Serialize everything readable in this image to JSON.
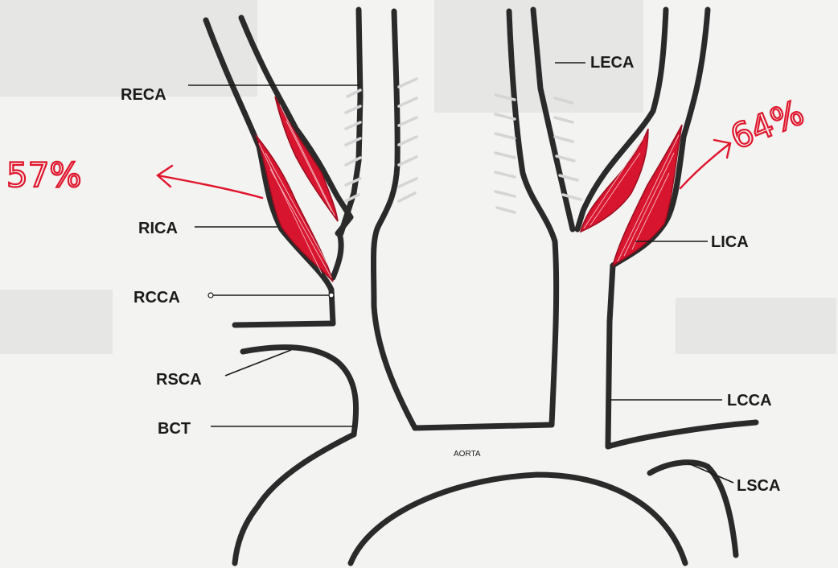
{
  "labels": {
    "reca": "RECA",
    "rica": "RICA",
    "rcca": "RCCA",
    "rsca": "RSCA",
    "bct": "BCT",
    "leca": "LECA",
    "lica": "LICA",
    "lcca": "LCCA",
    "lsca": "LSCA",
    "aorta": "AORTA"
  },
  "annotations": {
    "right_stenosis": "57%",
    "left_stenosis": "64%"
  },
  "colors": {
    "vessel_outline": "#2a2a2a",
    "plaque": "#d8152e",
    "annotation_ink": "#e0142b",
    "background": "#f3f3f1"
  }
}
